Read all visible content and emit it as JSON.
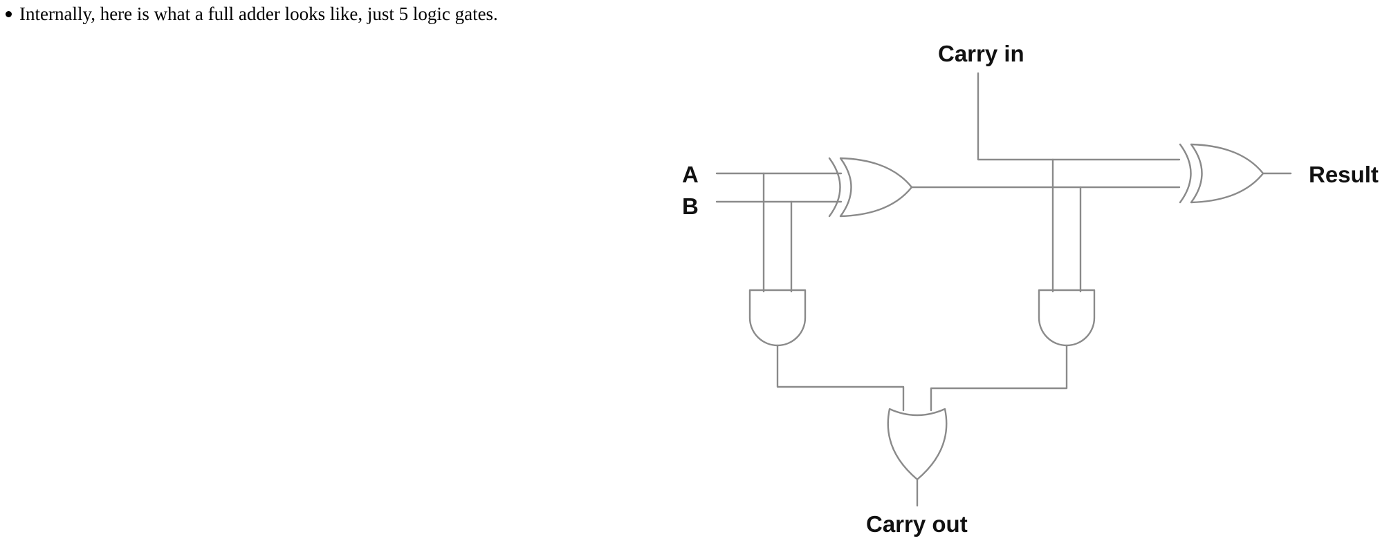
{
  "text": {
    "bullet": "Internally, here is what a full adder looks like, just 5 logic gates."
  },
  "diagram": {
    "labels": {
      "carry_in": "Carry in",
      "a": "A",
      "b": "B",
      "result": "Result",
      "carry_out": "Carry out"
    },
    "colors": {
      "wire": "#8a8a8a",
      "label": "#111111"
    },
    "gates": [
      "XOR",
      "XOR",
      "AND",
      "AND",
      "OR"
    ]
  }
}
